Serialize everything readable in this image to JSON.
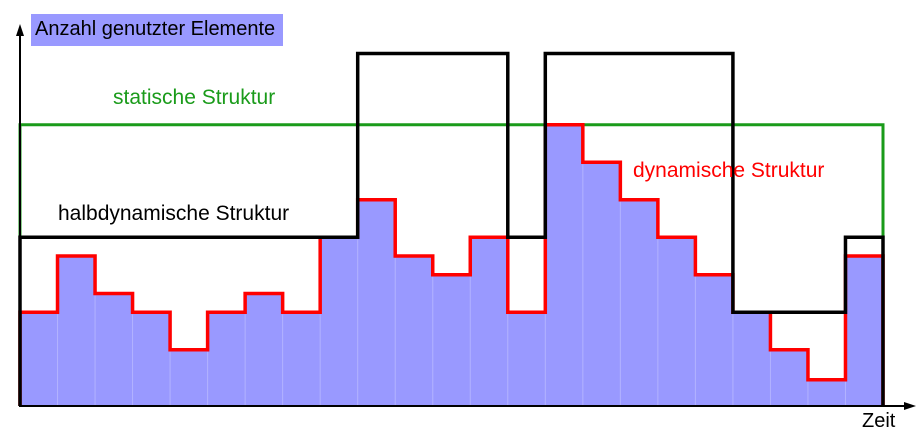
{
  "title": "Anzahl genutzter Elemente",
  "x_axis_label": "Zeit",
  "colors": {
    "fill": "#9999ff",
    "static": "#1a9b1a",
    "half_dynamic": "#000000",
    "dynamic": "#ff0000",
    "axis": "#000000"
  },
  "chart_data": {
    "type": "area",
    "title": "Anzahl genutzter Elemente",
    "xlabel": "Zeit",
    "ylabel": "",
    "x": [
      1,
      2,
      3,
      4,
      5,
      6,
      7,
      8,
      9,
      10,
      11,
      12,
      13,
      14,
      15,
      16,
      17,
      18,
      19,
      20,
      21,
      22,
      23
    ],
    "xlim": [
      0,
      23
    ],
    "ylim": [
      0,
      9.4
    ],
    "grid": false,
    "series": [
      {
        "name": "dynamische Struktur",
        "values": [
          2.5,
          4,
          3,
          2.5,
          1.5,
          2.5,
          3,
          2.5,
          4.5,
          5.5,
          4,
          3.5,
          4.5,
          2.5,
          7.5,
          6.5,
          5.5,
          4.5,
          3.5,
          2.5,
          1.5,
          0.7,
          4
        ]
      },
      {
        "name": "statische Struktur",
        "values": [
          7.5,
          7.5,
          7.5,
          7.5,
          7.5,
          7.5,
          7.5,
          7.5,
          7.5,
          7.5,
          7.5,
          7.5,
          7.5,
          7.5,
          7.5,
          7.5,
          7.5,
          7.5,
          7.5,
          7.5,
          7.5,
          7.5,
          7.5
        ]
      },
      {
        "name": "halbdynamische Struktur",
        "values": [
          4.5,
          4.5,
          4.5,
          4.5,
          4.5,
          4.5,
          4.5,
          4.5,
          4.5,
          9.4,
          9.4,
          9.4,
          9.4,
          4.5,
          9.4,
          9.4,
          9.4,
          9.4,
          9.4,
          2.5,
          2.5,
          2.5,
          4.5
        ]
      }
    ]
  }
}
